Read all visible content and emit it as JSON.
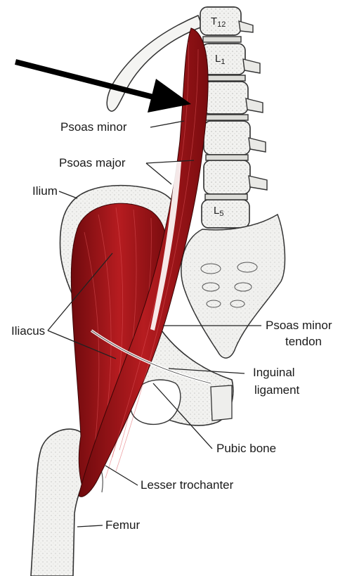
{
  "labels": {
    "psoas_minor": "Psoas minor",
    "psoas_major": "Psoas major",
    "ilium": "Ilium",
    "iliacus": "Iliacus",
    "psoas_minor_tendon_line1": "Psoas minor",
    "psoas_minor_tendon_line2": "tendon",
    "inguinal_line1": "Inguinal",
    "inguinal_line2": "ligament",
    "pubic_bone": "Pubic bone",
    "lesser_trochanter": "Lesser trochanter",
    "femur": "Femur"
  },
  "vertebrae": {
    "t12": "T",
    "t12_sub": "12",
    "l1": "L",
    "l1_sub": "1",
    "l5": "L",
    "l5_sub": "5"
  },
  "colors": {
    "muscle": "#8e0f12",
    "muscle_highlight": "#c0262a",
    "bone": "#f3f3f1",
    "bone_shade": "#cfcfcb",
    "ink": "#1a1a1a"
  }
}
